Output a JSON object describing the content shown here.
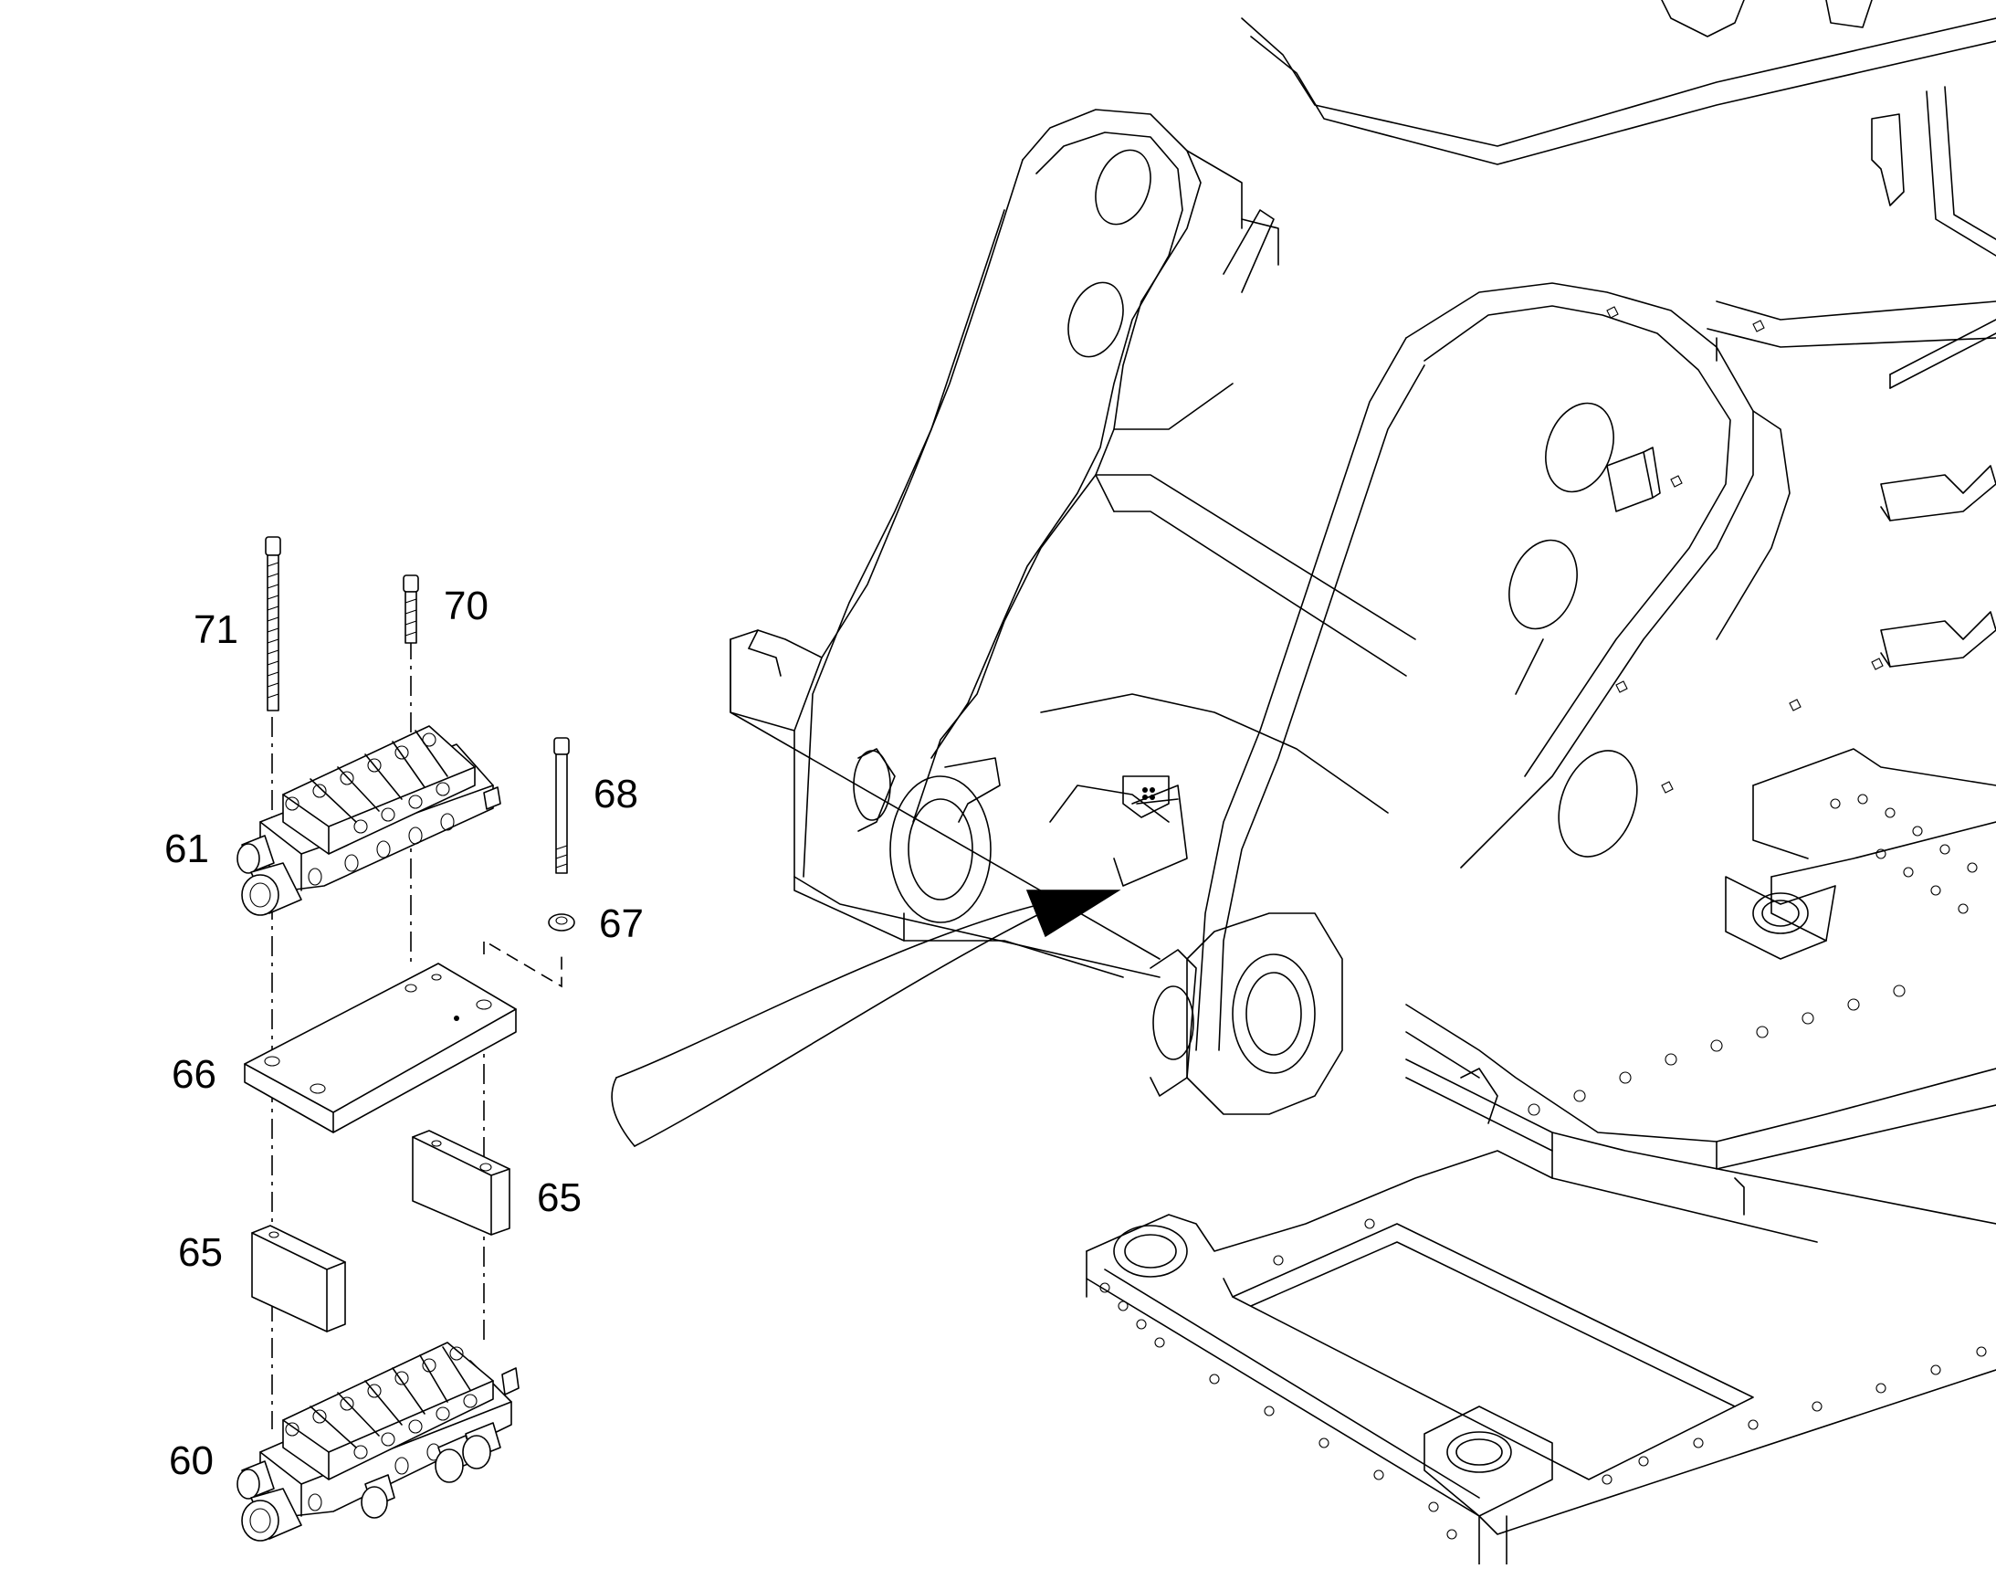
{
  "callouts": {
    "c71": "71",
    "c70": "70",
    "c68": "68",
    "c61": "61",
    "c67": "67",
    "c66": "66",
    "c65a": "65",
    "c65b": "65",
    "c60": "60"
  },
  "parts": [
    {
      "number": "71",
      "item": "long-socket-bolt"
    },
    {
      "number": "70",
      "item": "short-socket-bolt"
    },
    {
      "number": "68",
      "item": "socket-bolt"
    },
    {
      "number": "67",
      "item": "washer"
    },
    {
      "number": "61",
      "item": "upper-distribution-block"
    },
    {
      "number": "66",
      "item": "mounting-plate"
    },
    {
      "number": "65",
      "item": "spacer-block"
    },
    {
      "number": "60",
      "item": "lower-distribution-block"
    }
  ]
}
